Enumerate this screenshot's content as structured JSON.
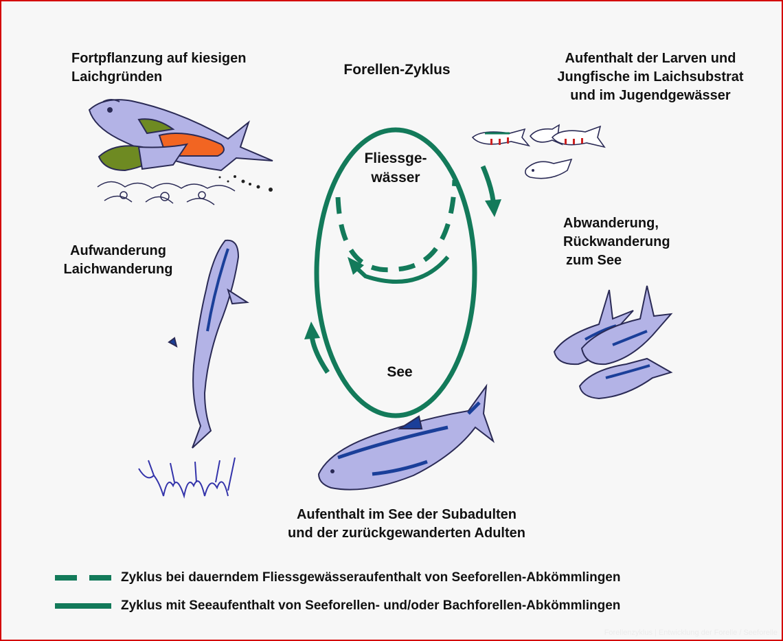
{
  "diagram": {
    "title": "Forellen-Zyklus",
    "center_top_line1": "Fliessge-",
    "center_top_line2": "wässer",
    "center_bottom": "See",
    "stages": {
      "spawning": [
        "Fortpflanzung auf kiesigen",
        "Laichgründen"
      ],
      "larvae": [
        "Aufenthalt der Larven und",
        "Jungfische im Laichsubstrat",
        "und im Jugendgewässer"
      ],
      "downstream": [
        "Abwanderung,",
        "Rückwanderung",
        "zum See"
      ],
      "lake": [
        "Aufenthalt im See der Subadulten",
        "und der zurückgewanderten Adulten"
      ],
      "upstream": [
        "Aufwanderung",
        "Laichwanderung"
      ]
    },
    "legend": [
      {
        "style": "dashed",
        "label": "Zyklus bei dauerndem Fliessgewässeraufenthalt von Seeforellen-Abkömmlingen"
      },
      {
        "style": "solid",
        "label": "Zyklus mit Seeaufenthalt von Seeforellen- und/oder Bachforellen-Abkömmlingen"
      }
    ],
    "watermark": "Forellenzyklus | Entwicklung der Forelle / Seeforelle",
    "colors": {
      "cycle_green": "#137a5a",
      "fish_fill": "#b3b3e6",
      "fish_outline": "#2a2a55",
      "fish_accent": "#1a3f99",
      "spawn_orange": "#f26522",
      "spawn_olive": "#6e8a22",
      "larva_red": "#cc2020",
      "grass_blue": "#3333aa",
      "frame_red": "#d40000"
    }
  }
}
